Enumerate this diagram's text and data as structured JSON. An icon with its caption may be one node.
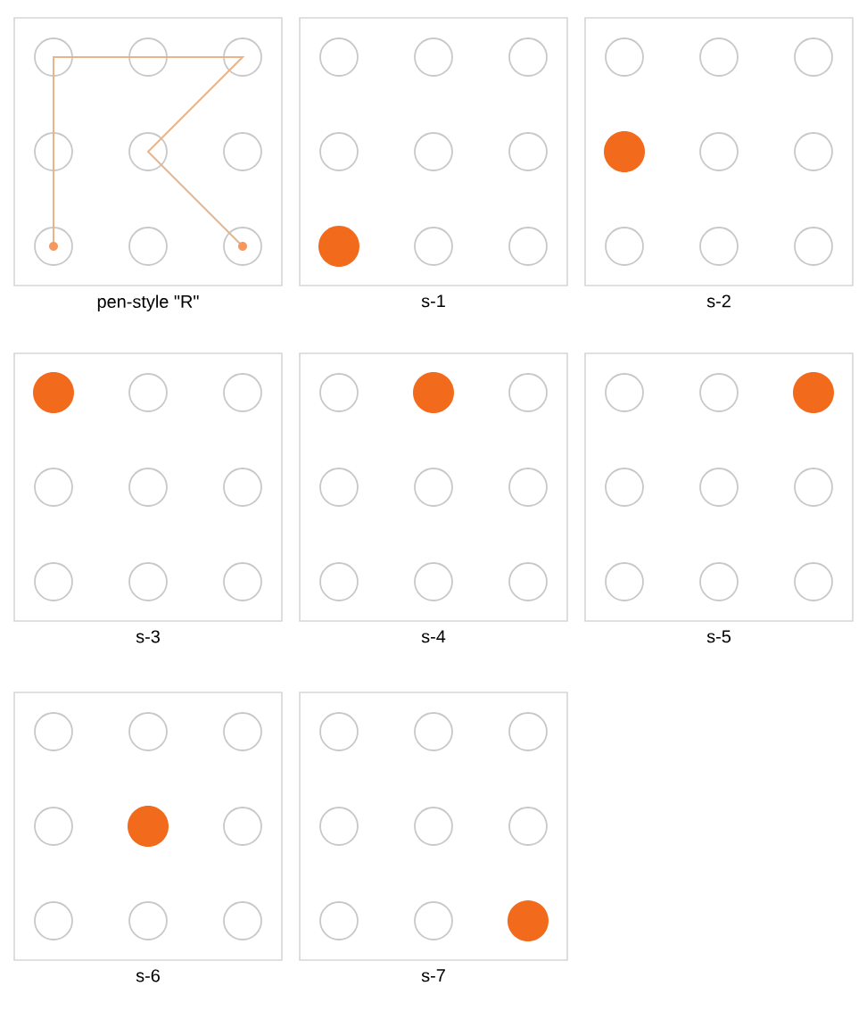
{
  "diagram": {
    "nodes": [
      {
        "text": [
          "pen-style \"R\""
        ]
      },
      {
        "text": [
          "s-1"
        ]
      },
      {
        "text": [
          "s-2"
        ]
      },
      {
        "text": [
          "s-3"
        ]
      },
      {
        "text": [
          "s-4"
        ]
      },
      {
        "text": [
          "s-5"
        ]
      },
      {
        "text": [
          "s-6"
        ]
      },
      {
        "text": [
          "s-7"
        ]
      }
    ]
  }
}
